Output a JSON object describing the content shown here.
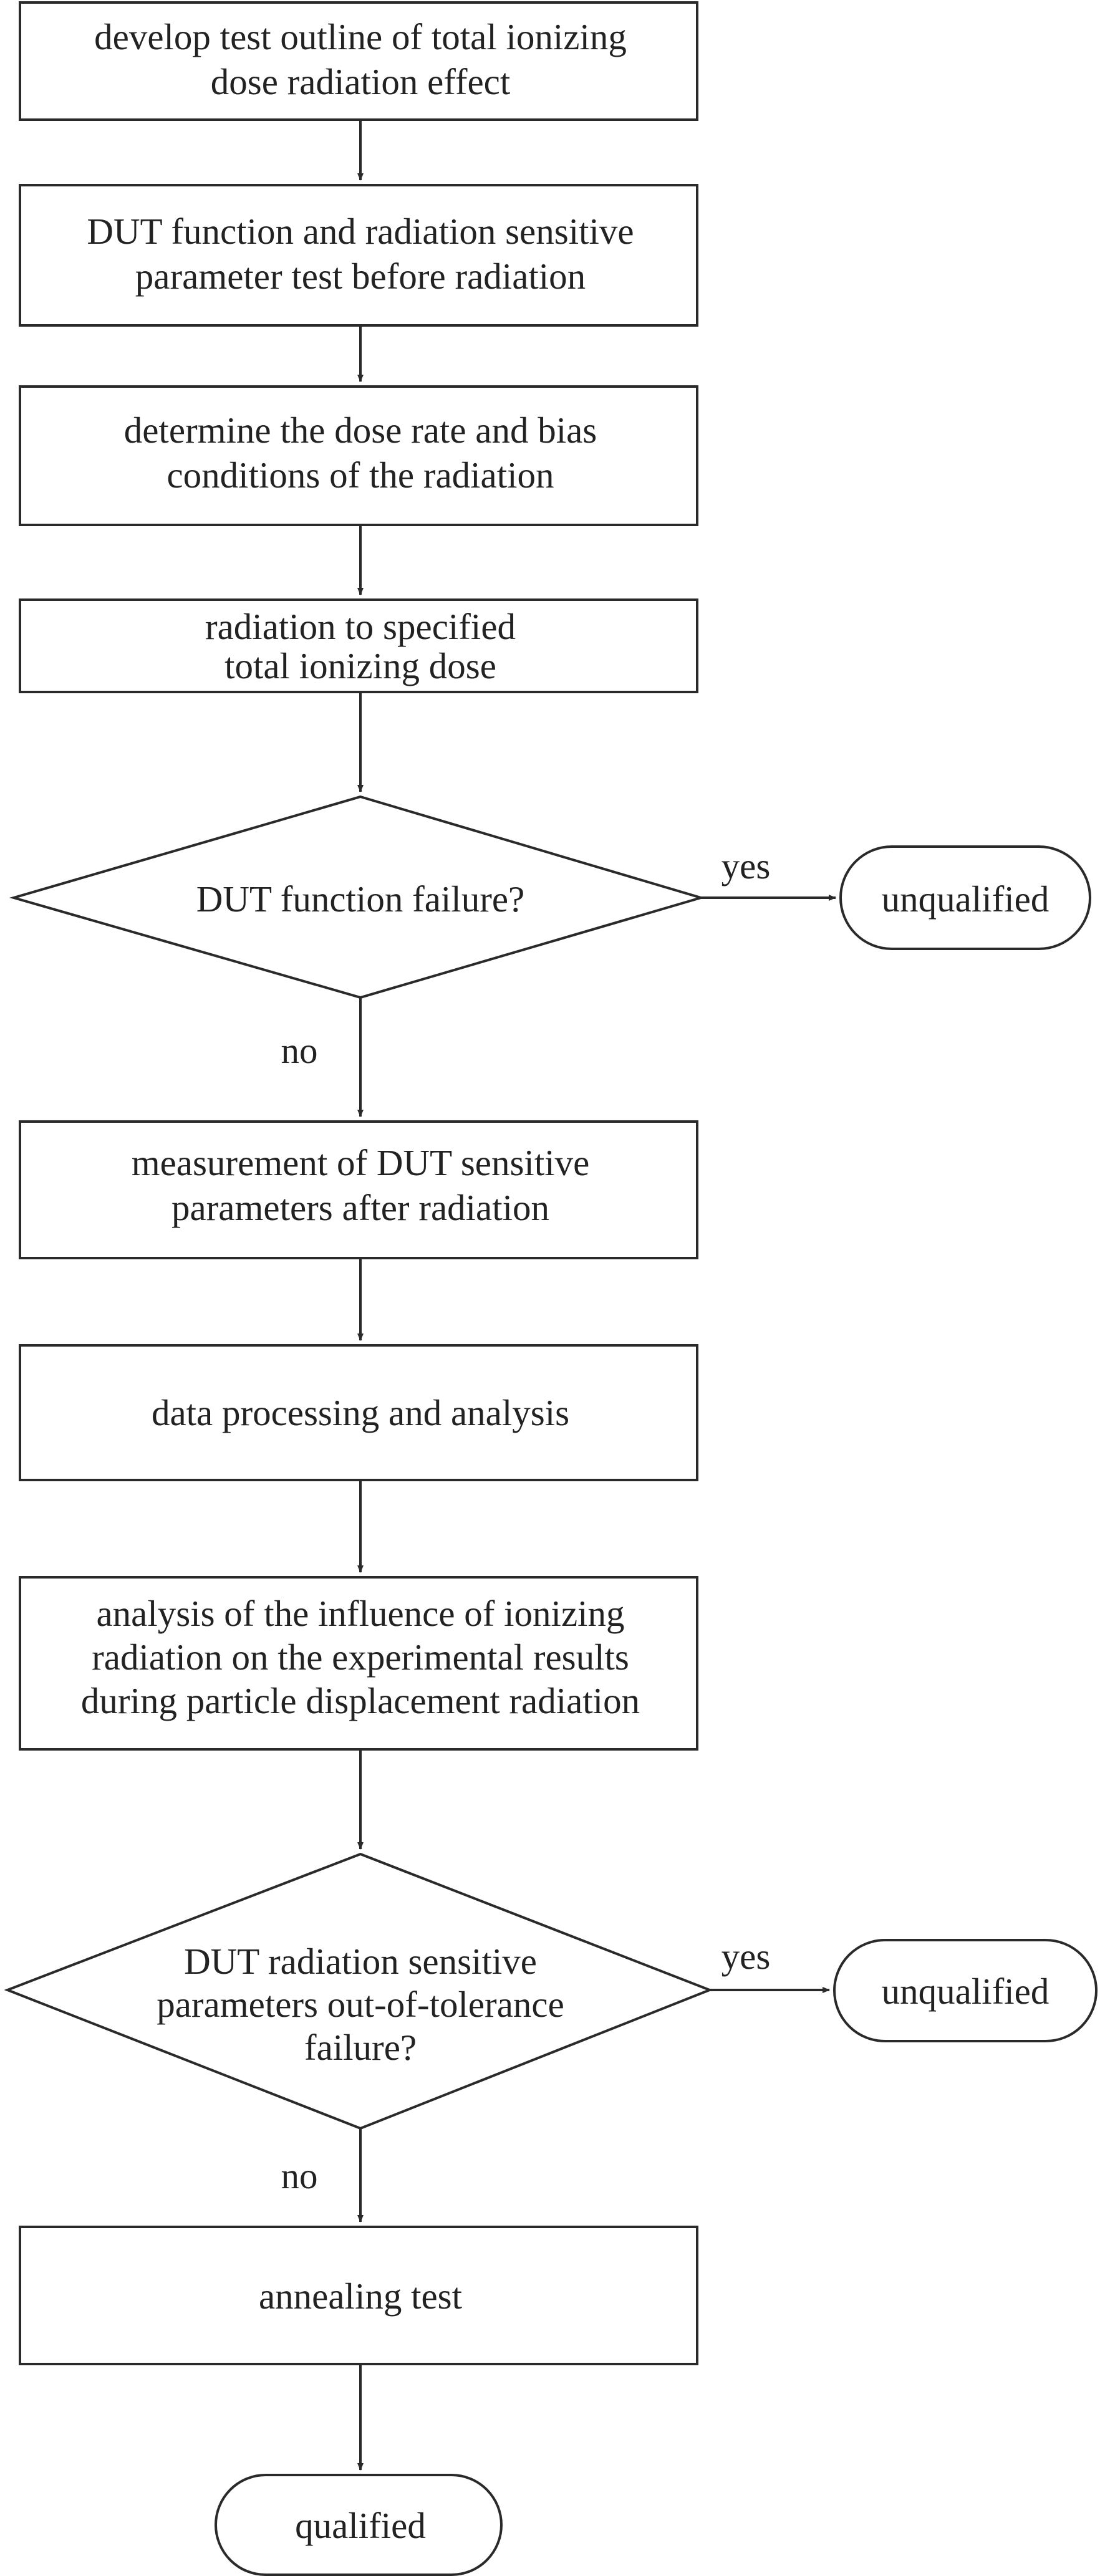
{
  "nodes": {
    "develop_outline": {
      "lines": [
        "develop test outline of total ionizing",
        "dose radiation effect"
      ]
    },
    "pre_radiation_test": {
      "lines": [
        "DUT function and radiation sensitive",
        "parameter test before radiation"
      ]
    },
    "determine_conditions": {
      "lines": [
        "determine the dose rate and bias",
        "conditions of the radiation"
      ]
    },
    "radiation_to_dose": {
      "lines": [
        "radiation to specified",
        "total ionizing dose"
      ]
    },
    "function_failure": {
      "lines": [
        "DUT function failure?"
      ]
    },
    "unqualified_1": {
      "lines": [
        "unqualified"
      ]
    },
    "measurement": {
      "lines": [
        "measurement of DUT sensitive",
        "parameters after radiation"
      ]
    },
    "data_processing": {
      "lines": [
        "data processing and analysis"
      ]
    },
    "influence_analysis": {
      "lines": [
        "analysis of the influence of  ionizing",
        "radiation on the experimental results",
        "during particle displacement radiation"
      ]
    },
    "tolerance_failure": {
      "lines": [
        "DUT radiation sensitive",
        "parameters out-of-tolerance",
        "failure?"
      ]
    },
    "unqualified_2": {
      "lines": [
        "unqualified"
      ]
    },
    "annealing": {
      "lines": [
        "annealing test"
      ]
    },
    "qualified": {
      "lines": [
        "qualified"
      ]
    }
  },
  "edge_labels": {
    "function_failure_yes": "yes",
    "function_failure_no": "no",
    "tolerance_failure_yes": "yes",
    "tolerance_failure_no": "no"
  },
  "colors": {
    "stroke": "#2a2a2a",
    "text": "#222222",
    "background": "#ffffff"
  }
}
